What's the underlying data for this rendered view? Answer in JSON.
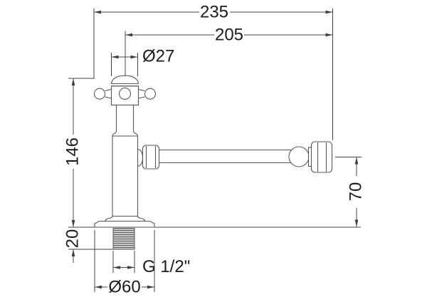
{
  "drawing": {
    "description": "Technical dimension drawing of an angle valve with cross handle, wall flange and horizontal outlet pipe with compression fitting",
    "background": "#ffffff",
    "line_color": "#565656",
    "dimension_line_color": "#464646",
    "text_color": "#1c1c1c",
    "labels": {
      "overall_length": "235",
      "pipe_projection": "205",
      "valve_head_diameter": "Ø27",
      "wall_to_top_height": "146",
      "thread_length": "20",
      "pipe_center_to_wall": "70",
      "thread_size": "G 1/2\"",
      "flange_diameter": "Ø60"
    }
  }
}
